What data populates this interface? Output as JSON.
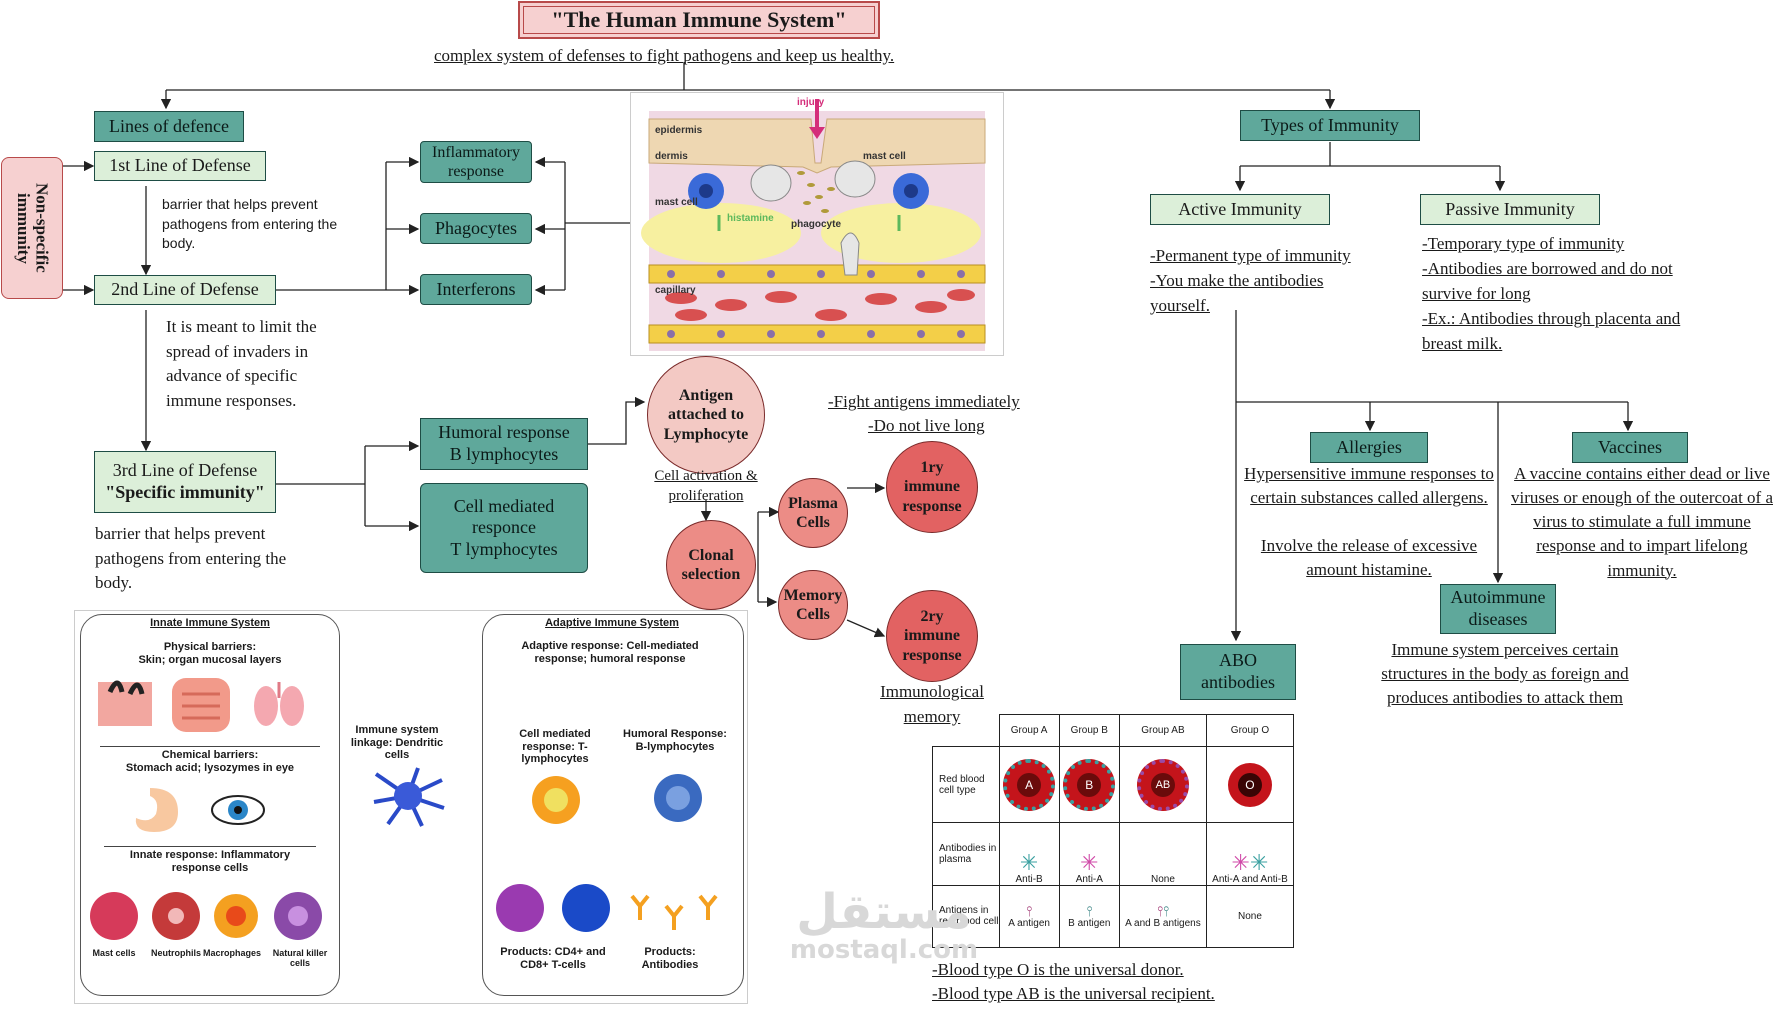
{
  "title": "\"The Human Immune System\"",
  "subtitle": "complex system of  defenses to fight pathogens  and keep us healthy.",
  "lines_of_defence": {
    "header": "Lines of  defence",
    "side_label": "Non-specific immunity",
    "first": "1st Line of  Defense",
    "first_desc": "barrier that helps prevent pathogens from entering the body.",
    "second": "2nd Line of  Defense",
    "second_desc": "It is meant to limit the spread of invaders in advance of  specific immune responses.",
    "third_line1": "3rd Line of  Defense",
    "third_line2": "\"Specific immunity\"",
    "third_desc": "barrier that helps prevent pathogens from entering the body.",
    "inflammatory": "Inflammatory response",
    "phagocytes": "Phagocytes",
    "interferons": "Interferons",
    "humoral_line1": "Humoral response",
    "humoral_line2": "B lymphocytes",
    "cell_mediated_line1": "Cell mediated",
    "cell_mediated_line2": "responce",
    "cell_mediated_line3": "T lymphocytes"
  },
  "injury_figure": {
    "injury": "injury",
    "epidermis": "epidermis",
    "dermis": "dermis",
    "mast_cell_left": "mast cell",
    "mast_cell_right": "mast cell",
    "histamine": "histamine",
    "phagocyte": "phagocyte",
    "capillary": "capillary"
  },
  "clonal": {
    "antigen": "Antigen attached to Lymphocyte",
    "activation": "Cell activation & proliferation",
    "clonal_selection": "Clonal selection",
    "plasma": "Plasma Cells",
    "memory": "Memory Cells",
    "primary": "1ry immune response",
    "secondary": "2ry immune response",
    "fight_line1": "-Fight antigens immediately",
    "fight_line2": "-Do not live long",
    "immunological_memory": "Immunological memory"
  },
  "types": {
    "header": "Types of  Immunity",
    "active": "Active Immunity",
    "active_desc1": "-Permanent  type of  immunity",
    "active_desc2": "-You make the antibodies yourself.",
    "passive": "Passive Immunity",
    "passive_desc1": "-Temporary type of  immunity",
    "passive_desc2": "-Antibodies are borrowed and do not survive for long",
    "passive_desc3": "-Ex.: Antibodies through placenta and breast milk.",
    "allergies": "Allergies",
    "allergies_desc1": "Hypersensitive immune responses to certain substances called allergens.",
    "allergies_desc2": "Involve the release of  excessive amount histamine.",
    "vaccines": "Vaccines",
    "vaccines_desc": "A vaccine contains either dead or live viruses or enough of  the outercoat of  a virus to stimulate a full immune response and to impart lifelong immunity.",
    "autoimmune": "Autoimmune diseases",
    "autoimmune_desc": "Immune system perceives certain structures in the body as foreign and produces antibodies to attack them",
    "abo": "ABO antibodies",
    "donor": "-Blood type O is the universal donor.",
    "recipient": "-Blood type AB is the universal recipient."
  },
  "abo_table": {
    "headers": [
      "Group A",
      "Group B",
      "Group AB",
      "Group O"
    ],
    "row_labels": [
      "Red blood cell type",
      "Antibodies in plasma",
      "Antigens in red blood cell"
    ],
    "cell_letters": [
      "A",
      "B",
      "AB",
      "O"
    ],
    "antibodies": [
      "Anti-B",
      "Anti-A",
      "None",
      "Anti-A and Anti-B"
    ],
    "antigens": [
      "A antigen",
      "B antigen",
      "A and B antigens",
      "None"
    ]
  },
  "systems_figure": {
    "innate_title": "Innate Immune System",
    "physical": "Physical barriers:",
    "physical_desc": "Skin; organ mucosal layers",
    "chemical": "Chemical barriers:",
    "chemical_desc": "Stomach acid; lysozymes in eye",
    "innate_response": "Innate response: Inflammatory response cells",
    "cells": [
      "Mast cells",
      "Neutrophils",
      "Macrophages",
      "Natural killer cells"
    ],
    "linkage": "Immune system linkage: Dendritic cells",
    "adaptive_title": "Adaptive Immune System",
    "adaptive_response": "Adaptive response: Cell-mediated response; humoral response",
    "cell_mediated": "Cell mediated response: T-lymphocytes",
    "humoral": "Humoral Response: B-lymphocytes",
    "products_t": "Products: CD4+ and CD8+ T-cells",
    "products_b": "Products: Antibodies"
  },
  "watermark": {
    "arabic": "مستقل",
    "latin": "mostaql.com"
  },
  "colors": {
    "teal": "#5fa89b",
    "pale_green": "#dcefd9",
    "pink": "#f6d0d0",
    "circle_light": "#f3c9c4",
    "circle_mid": "#ec8c86",
    "circle_dark": "#e26262"
  }
}
